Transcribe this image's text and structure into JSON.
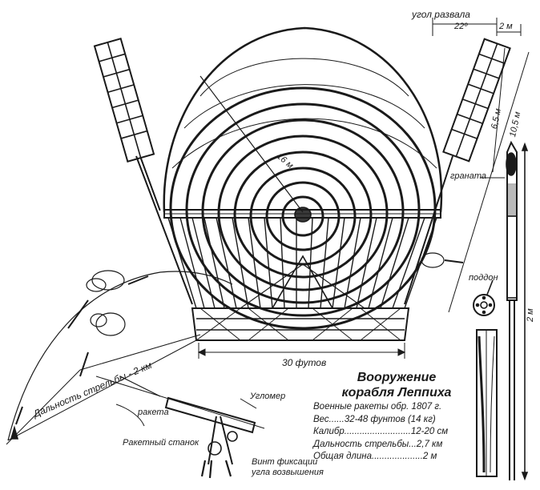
{
  "title": {
    "line1": "Вооружение",
    "line2": "корабля Леппиха"
  },
  "specs": [
    "Военные ракеты обр. 1807 г.",
    "Вес......32-48 фунтов (14 кг)",
    "Калибр..........................12-20 см",
    "Дальность стрельбы...2,7 км",
    "Общая длина....................2 м"
  ],
  "labels": {
    "spread_angle": "угол развала",
    "angle_value": "22º",
    "width_2m": "2 м",
    "len_65": "6,5 м",
    "len_105": "10,5 м",
    "diameter": "16 м",
    "grenade": "граната",
    "pallet": "поддон",
    "rocket_len": "2 м",
    "width_30ft": "30 футов",
    "range": "Дальность стрельбы - 2 км",
    "rocket": "ракета",
    "goniometer": "Угломер",
    "launcher": "Ракетный станок",
    "screw_line1": "Винт фиксации",
    "screw_line2": "угла возвышения"
  },
  "colors": {
    "ink": "#1a1a1a",
    "paper": "#ffffff",
    "shade": "#3a3a3a"
  }
}
